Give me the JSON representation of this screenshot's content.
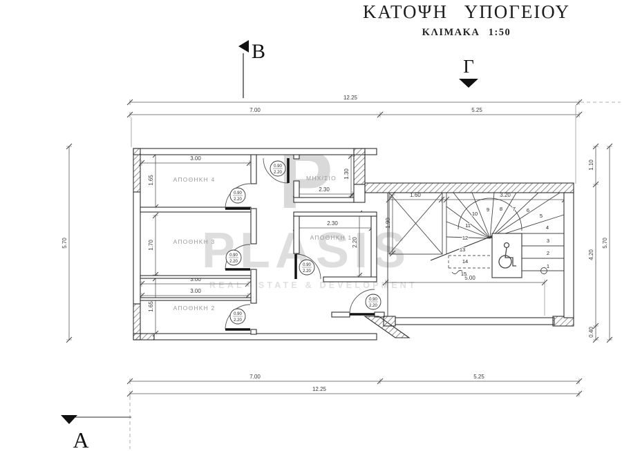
{
  "header": {
    "title": "ΚΑΤΟΨΗ ΥΠΟΓΕΙΟΥ",
    "scale": "ΚΛΙΜΑΚΑ 1:50"
  },
  "markers": {
    "b": "B",
    "gamma": "Γ",
    "a": "A"
  },
  "dims": {
    "top_overall": "12.25",
    "top_left": "7.00",
    "top_right": "5.25",
    "bottom_left": "7.00",
    "bottom_right": "5.25",
    "bottom_overall": "12.25",
    "left_overall": "5.70",
    "right_seg1": "1.10",
    "right_seg2": "4.20",
    "right_seg3": "0.40",
    "right_overall": "5.70",
    "room4_w": "3.00",
    "room4_h": "1.65",
    "room3_h": "1.70",
    "room2_h": "1.65",
    "band_a": "3.00",
    "band_b": "3.00",
    "mech_w": "2.30",
    "mech_h": "1.30",
    "room1_w": "2.30",
    "room1_h": "2.20",
    "stair_w1": "1.60",
    "stair_w2": "3.20",
    "stair_h": "1.90",
    "stair_bottom": "5.00"
  },
  "rooms": {
    "storage4": "ΑΠΟΘΗΚΗ 4",
    "storage3": "ΑΠΟΘΗΚΗ 3",
    "storage2": "ΑΠΟΘΗΚΗ 2",
    "storage1": "ΑΠΟΘΗΚΗ 1",
    "mech": "ΜΗΧ/ΣΙΟ"
  },
  "door": {
    "w": "0.90",
    "h": "2.20"
  },
  "stairs": {
    "numbers": [
      "1",
      "2",
      "3",
      "4",
      "5",
      "6",
      "7",
      "8",
      "9",
      "10",
      "11",
      "12",
      "13",
      "14",
      "15"
    ]
  },
  "watermark": {
    "logo": "P",
    "brand": "PLASIS",
    "tagline": "REAL ESTATE & DEVELOPMENT"
  },
  "colors": {
    "line": "#333333",
    "dimension": "#555555",
    "room_label": "#9a9a9a",
    "watermark": "#dcdcdc",
    "background": "#ffffff"
  }
}
